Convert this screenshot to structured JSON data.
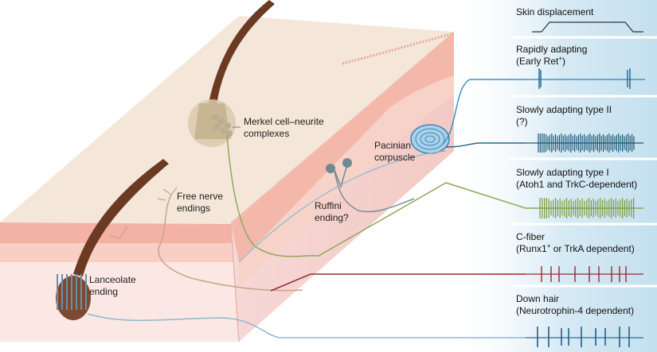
{
  "labels": {
    "merkel_line1": "Merkel cell–neurite",
    "merkel_line2": "complexes",
    "pacinian_line1": "Pacinian",
    "pacinian_line2": "corpuscle",
    "free_line1": "Free nerve",
    "free_line2": "endings",
    "ruffini_line1": "Ruffini",
    "ruffini_line2": "ending?",
    "lanceolate_line1": "Lanceolate",
    "lanceolate_line2": "ending"
  },
  "panels": [
    {
      "title": "Skin displacement",
      "subtitle": ""
    },
    {
      "title": "Rapidly adapting",
      "subtitle_pre": "(Early Ret",
      "subtitle_sup": "+",
      "subtitle_post": ")"
    },
    {
      "title": "Slowly adapting type II",
      "subtitle": "(?)"
    },
    {
      "title": "Slowly adapting type I",
      "subtitle": "(Atoh1 and TrkC-dependent)"
    },
    {
      "title": "C-fiber",
      "subtitle_pre": "(Runx1",
      "subtitle_sup": "+",
      "subtitle_post": " or TrkA dependent)"
    },
    {
      "title": "Down hair",
      "subtitle": "(Neurotrophin-4 dependent)"
    }
  ],
  "colors": {
    "panel_bg": "#d6eaf4",
    "epidermis": "#f7c3b8",
    "dermis_top": "#f8e4e3",
    "skin_block": "#fbebe4",
    "hair": "#6b3a22",
    "rapid_fiber": "#2a83b8",
    "sa2_fiber": "#1d5a78",
    "sa1_fiber": "#7a9a3a",
    "cfiber": "#9a2a2a",
    "downhair_fiber": "#2a6f9a"
  }
}
